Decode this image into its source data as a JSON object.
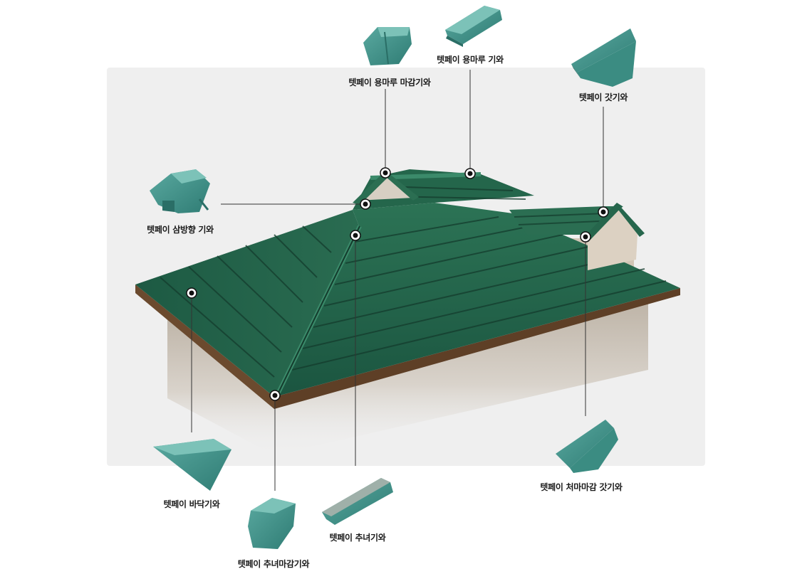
{
  "colors": {
    "roof": "#1f5e45",
    "roof_light": "#2f7a5b",
    "roof_dark": "#153f2f",
    "wall": "#cfc4b5",
    "fascia": "#6b4a2e",
    "tile_accent": "#3f8f86",
    "marker": "#111111"
  },
  "parts": [
    {
      "id": "ridge-end-tile",
      "label": "텟페이 용마루 마감기와",
      "icon": "ridge-end-tile-icon"
    },
    {
      "id": "ridge-tile",
      "label": "텟페이 용마루 기와",
      "icon": "ridge-tile-icon"
    },
    {
      "id": "gable-tile",
      "label": "텟페이 갓기와",
      "icon": "gable-tile-icon"
    },
    {
      "id": "three-way-tile",
      "label": "텟페이 삼방향 기와",
      "icon": "three-way-tile-icon"
    },
    {
      "id": "base-tile",
      "label": "텟페이 바닥기와",
      "icon": "base-tile-icon"
    },
    {
      "id": "hip-end-tile",
      "label": "텟페이 추녀마감기와",
      "icon": "hip-end-tile-icon"
    },
    {
      "id": "hip-tile",
      "label": "텟페이 추녀기와",
      "icon": "hip-tile-icon"
    },
    {
      "id": "eave-gable-tile",
      "label": "텟페이 처마마감 갓기와",
      "icon": "eave-gable-tile-icon"
    }
  ]
}
